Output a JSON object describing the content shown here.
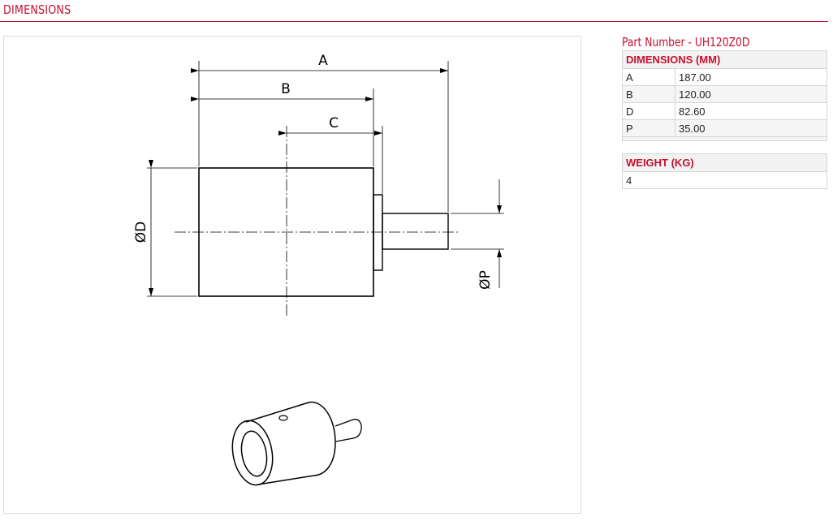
{
  "header": {
    "title": "DIMENSIONS"
  },
  "part": {
    "label": "Part Number - UH120Z0D"
  },
  "drawing": {
    "labels": {
      "a": "A",
      "b": "B",
      "c": "C",
      "d": "ØD",
      "p": "ØP"
    }
  },
  "dimensions": {
    "heading": "DIMENSIONS (MM)",
    "rows": [
      {
        "key": "A",
        "value": "187.00"
      },
      {
        "key": "B",
        "value": "120.00"
      },
      {
        "key": "D",
        "value": "82.60"
      },
      {
        "key": "P",
        "value": "35.00"
      }
    ]
  },
  "weight": {
    "heading": "WEIGHT (KG)",
    "value": "4"
  },
  "colors": {
    "accent": "#c8102e",
    "line": "#000000",
    "border": "#d6d6d6"
  }
}
